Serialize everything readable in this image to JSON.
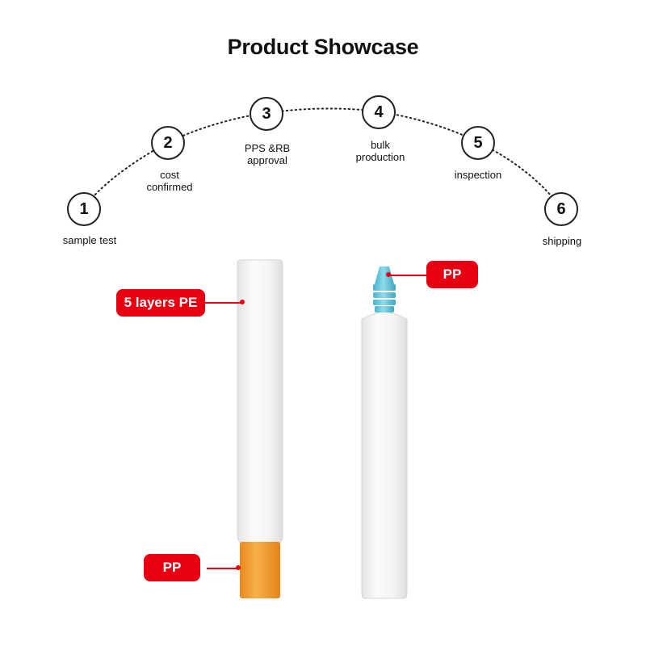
{
  "title": "Product Showcase",
  "steps": [
    {
      "number": "1",
      "label": "sample test"
    },
    {
      "number": "2",
      "label": "cost\nconfirmed"
    },
    {
      "number": "3",
      "label": "PPS &RB\napproval"
    },
    {
      "number": "4",
      "label": "bulk\nproduction"
    },
    {
      "number": "5",
      "label": "inspection"
    },
    {
      "number": "6",
      "label": "shipping"
    }
  ],
  "callouts": {
    "body_material": "5 layers PE",
    "cap_material": "PP",
    "nozzle_material": "PP"
  },
  "colors": {
    "tag_red": "#e60012",
    "cap_orange": "#f5a032",
    "nozzle_blue": "#6cc7dd",
    "tube_white": "#f7f7f7"
  }
}
